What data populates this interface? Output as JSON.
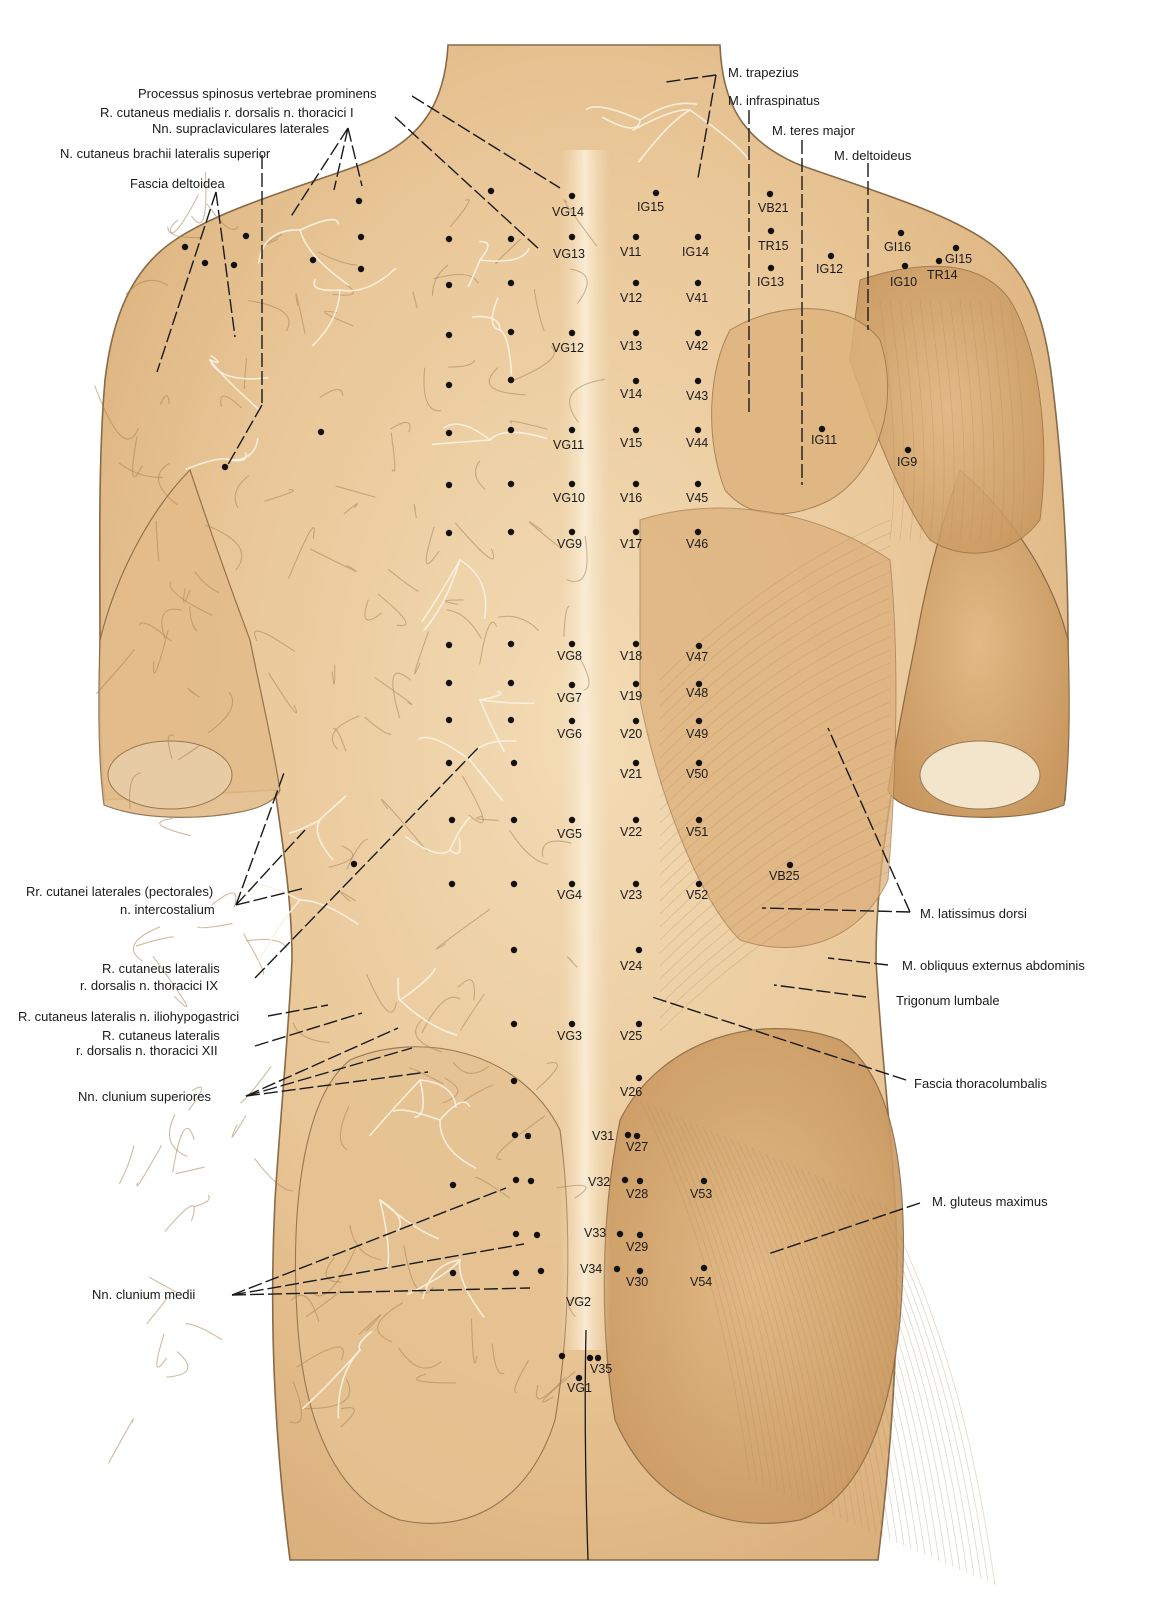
{
  "labels": {
    "processus_spinosus": "Processus  spinosus vertebrae prominens",
    "r_cutaneus_medialis": "R. cutaneus medialis r. dorsalis n. thoracici I",
    "nn_supraclaviculares": "Nn. supraclaviculares laterales",
    "n_cutaneus_brachii": "N. cutaneus brachii lateralis superior",
    "fascia_deltoidea": "Fascia deltoidea",
    "m_trapezius": "M. trapezius",
    "m_infraspinatus": "M. infraspinatus",
    "m_teres_major": "M. teres major",
    "m_deltoideus": "M. deltoideus",
    "rr_cutanei_1": "Rr. cutanei laterales (pectorales)",
    "rr_cutanei_2": "n. intercostalium",
    "r_cut_lat_ix_1": "R. cutaneus lateralis",
    "r_cut_lat_ix_2": "r. dorsalis n. thoracici IX",
    "r_cut_iliohypo": "R. cutaneus lateralis n. iliohypogastrici",
    "r_cut_lat_xii_1": "R. cutaneus lateralis",
    "r_cut_lat_xii_2": "r. dorsalis n. thoracici XII",
    "nn_clunium_sup": "Nn. clunium  superiores",
    "nn_clunium_medii": "Nn. clunium medii",
    "m_latissimus": "M. latissimus dorsi",
    "m_obliquus": "M. obliquus externus abdominis",
    "trigonum": "Trigonum lumbale",
    "fascia_thoraco": "Fascia thoracolumbalis",
    "m_gluteus": "M. gluteus maximus"
  },
  "points": {
    "VG14": "VG14",
    "IG15": "IG15",
    "VB21": "VB21",
    "VG13": "VG13",
    "V11": "V11",
    "IG14": "IG14",
    "TR15": "TR15",
    "GI16": "GI16",
    "GI15": "GI15",
    "IG12": "IG12",
    "IG13": "IG13",
    "IG10": "IG10",
    "TR14": "TR14",
    "V12": "V12",
    "V41": "V41",
    "VG12": "VG12",
    "V13": "V13",
    "V42": "V42",
    "V14": "V14",
    "V43": "V43",
    "VG11": "VG11",
    "V15": "V15",
    "V44": "V44",
    "IG11": "IG11",
    "IG9": "IG9",
    "VG10": "VG10",
    "V16": "V16",
    "V45": "V45",
    "VG9": "VG9",
    "V17": "V17",
    "V46": "V46",
    "VG8": "VG8",
    "V18": "V18",
    "V47": "V47",
    "VG7": "VG7",
    "V19": "V19",
    "V48": "V48",
    "VG6": "VG6",
    "V20": "V20",
    "V49": "V49",
    "V21": "V21",
    "V50": "V50",
    "VG5": "VG5",
    "V22": "V22",
    "V51": "V51",
    "VB25": "VB25",
    "VG4": "VG4",
    "V23": "V23",
    "V52": "V52",
    "V24": "V24",
    "VG3": "VG3",
    "V25": "V25",
    "V26": "V26",
    "V31": "V31",
    "V27": "V27",
    "V32": "V32",
    "V28": "V28",
    "V53": "V53",
    "V33": "V33",
    "V29": "V29",
    "V34": "V34",
    "V30": "V30",
    "V54": "V54",
    "VG2": "VG2",
    "V35": "V35",
    "VG1": "VG1"
  },
  "colors": {
    "skin": "#e7c392",
    "skin_light": "#f1d9b2",
    "muscle": "#d7ab77",
    "outline": "#8a6a45"
  }
}
